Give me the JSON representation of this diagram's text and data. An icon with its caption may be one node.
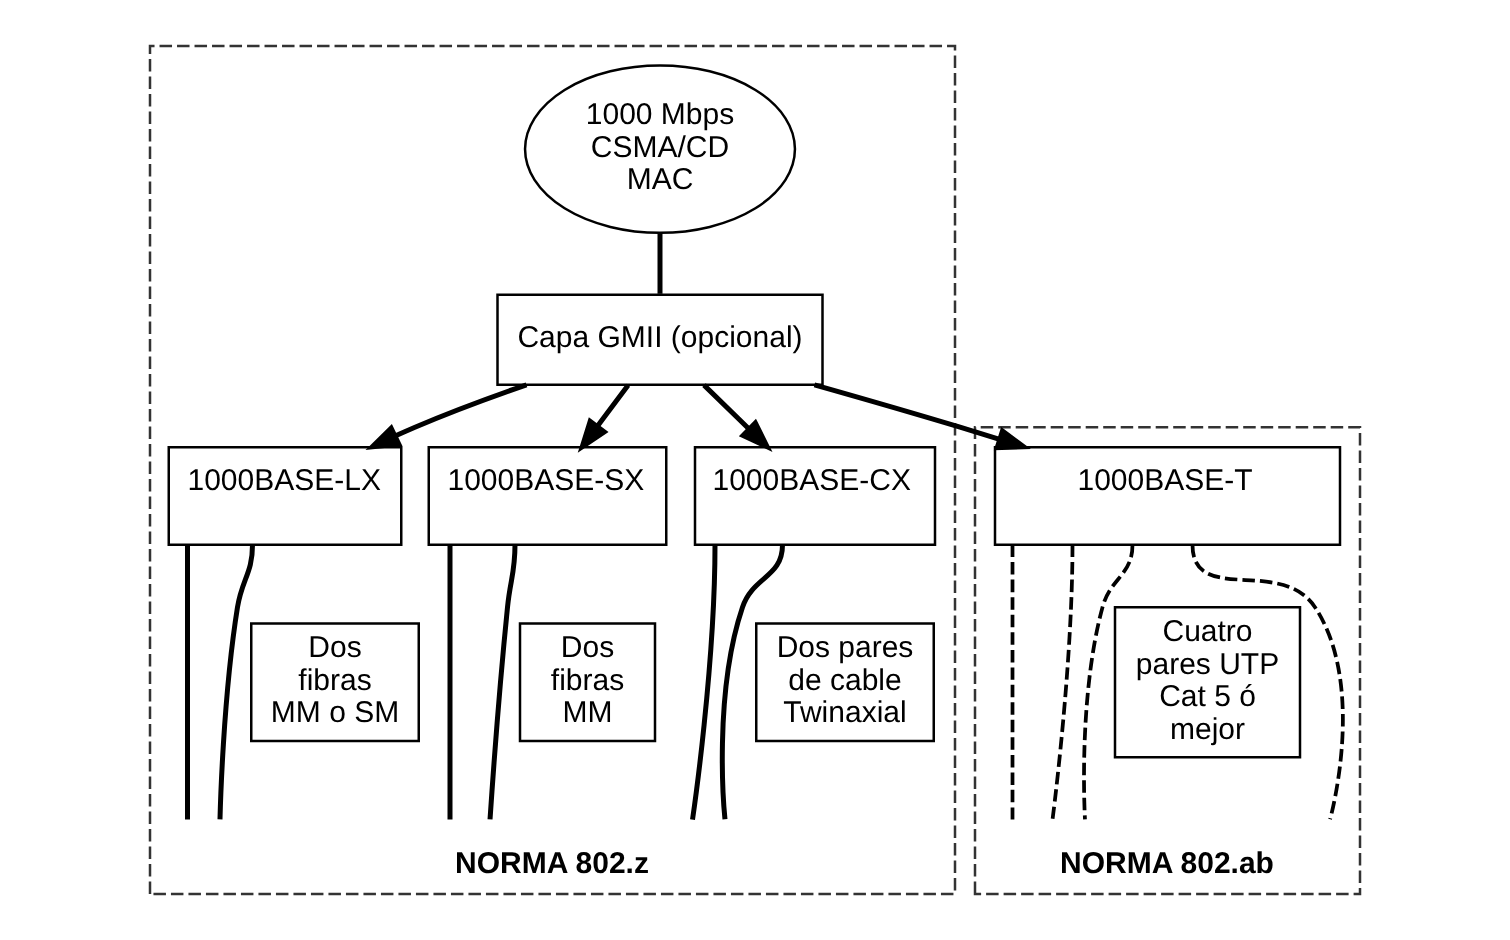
{
  "diagram": {
    "nodes": [
      {
        "text": [
          "NORMA 802.z"
        ]
      },
      {
        "text": [
          "1000 Mbps CSMA/CD MAC"
        ],
        "in": 0
      },
      {
        "text": [
          "Capa GMII (opcional)"
        ],
        "in": 0
      },
      {
        "text": [
          "1000BASE-LX"
        ],
        "in": 0
      },
      {
        "text": [
          "1000BASE-SX"
        ],
        "in": 0
      },
      {
        "text": [
          "1000BASE-CX"
        ],
        "in": 0
      },
      {
        "text": [
          "Dos fibras MM o SM"
        ],
        "in": 0
      },
      {
        "text": [
          "Dos fibras MM"
        ],
        "in": 0
      },
      {
        "text": [
          "Dos pares de cable Twinaxial"
        ],
        "in": 0
      },
      {
        "text": [
          "NORMA 802.ab"
        ]
      },
      {
        "text": [
          "1000BASE-T"
        ],
        "in": 9
      },
      {
        "text": [
          "Cuatro pares UTP Cat 5 ó mejor"
        ],
        "in": 9
      }
    ],
    "edges": [
      {
        "from": 1,
        "to": 2,
        "arrow": "none"
      },
      {
        "from": 2,
        "to": 3,
        "arrow": "to"
      },
      {
        "from": 2,
        "to": 4,
        "arrow": "to"
      },
      {
        "from": 2,
        "to": 5,
        "arrow": "to"
      },
      {
        "from": 2,
        "to": 10,
        "arrow": "to"
      },
      {
        "from": 3,
        "to": null,
        "arrow": "none"
      },
      {
        "from": 3,
        "to": null,
        "arrow": "none"
      },
      {
        "from": 4,
        "to": null,
        "arrow": "none"
      },
      {
        "from": 4,
        "to": null,
        "arrow": "none"
      },
      {
        "from": 5,
        "to": null,
        "arrow": "none"
      },
      {
        "from": 5,
        "to": null,
        "arrow": "none"
      },
      {
        "from": 10,
        "to": null,
        "arrow": "none",
        "style": "dashed"
      },
      {
        "from": 10,
        "to": null,
        "arrow": "none",
        "style": "dashed"
      },
      {
        "from": 10,
        "to": null,
        "arrow": "none",
        "style": "dashed"
      },
      {
        "from": 10,
        "to": null,
        "arrow": "none",
        "style": "dashed"
      }
    ]
  }
}
